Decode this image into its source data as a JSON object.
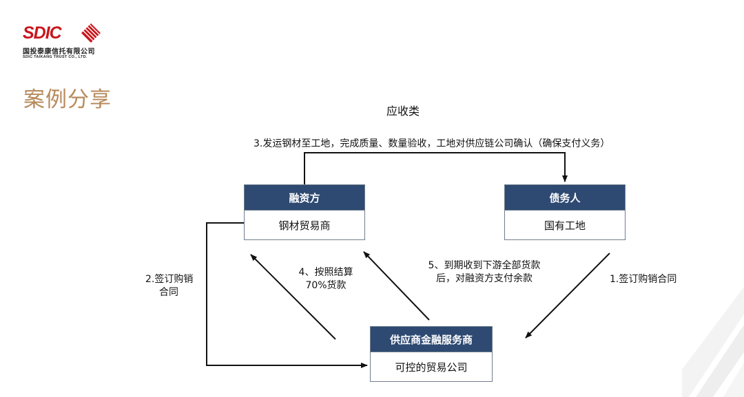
{
  "logo": {
    "wordmark": "SDIC",
    "company_cn": "国投泰康信托有限公司",
    "company_en": "SDIC TAIKANG TRUST CO., LTD."
  },
  "page_title": "案例分享",
  "diagram": {
    "title": "应收类",
    "nodes": {
      "financier": {
        "role": "融资方",
        "entity": "钢材贸易商"
      },
      "debtor": {
        "role": "债务人",
        "entity": "国有工地"
      },
      "scf_provider": {
        "role": "供应商金融服务商",
        "entity": "可控的贸易公司"
      }
    },
    "steps": {
      "step1": "1.签订购销合同",
      "step2": [
        "2.签订购销",
        "合同"
      ],
      "step3": "3.发运钢材至工地，完成质量、数量验收，工地对供应链公司确认（确保支付义务）",
      "step4": [
        "4、按照结算",
        "70%货款"
      ],
      "step5": [
        "5、到期收到下游全部货款",
        "后，对融资方支付余款"
      ]
    }
  },
  "colors": {
    "header_fill": "#2e4a72",
    "title_gold": "#b78a5b",
    "brand_red": "#c8161d"
  }
}
